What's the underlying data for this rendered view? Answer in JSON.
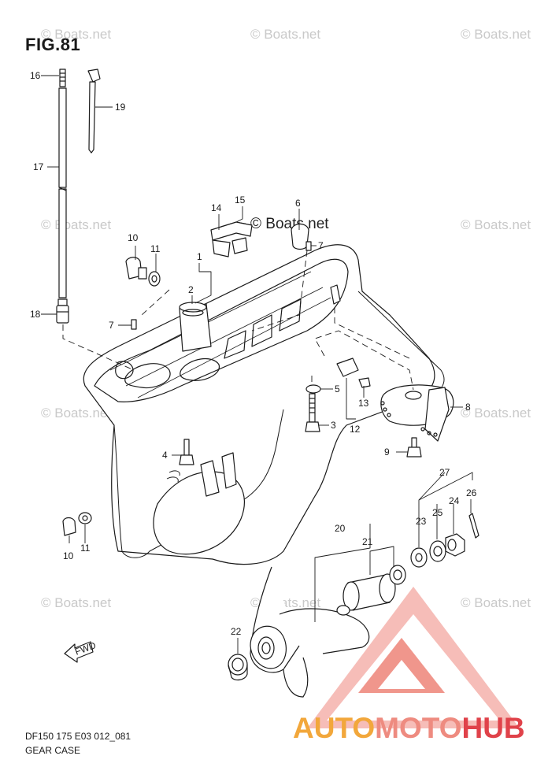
{
  "figure": {
    "title": "FIG.81",
    "code": "DF150 175 E03 012_081",
    "caption": "GEAR CASE"
  },
  "watermarks": {
    "text": "© Boats.net",
    "center_text": "© Boats.net"
  },
  "brand": {
    "part1": "AUTO",
    "part2": "MOTO",
    "part3": "HUB",
    "colors": {
      "auto": "#f2a73b",
      "moto": "#ee8b80",
      "hub": "#e0424a"
    }
  },
  "direction_label": "FWD",
  "callouts": {
    "c1": "1",
    "c2": "2",
    "c3": "3",
    "c4": "4",
    "c5": "5",
    "c6": "6",
    "c7a": "7",
    "c7b": "7",
    "c8": "8",
    "c9": "9",
    "c10a": "10",
    "c10b": "10",
    "c11a": "11",
    "c11b": "11",
    "c12": "12",
    "c13": "13",
    "c14": "14",
    "c15": "15",
    "c16": "16",
    "c17": "17",
    "c18": "18",
    "c19": "19",
    "c20": "20",
    "c21": "21",
    "c22": "22",
    "c23": "23",
    "c24": "24",
    "c25": "25",
    "c26": "26",
    "c27": "27"
  }
}
